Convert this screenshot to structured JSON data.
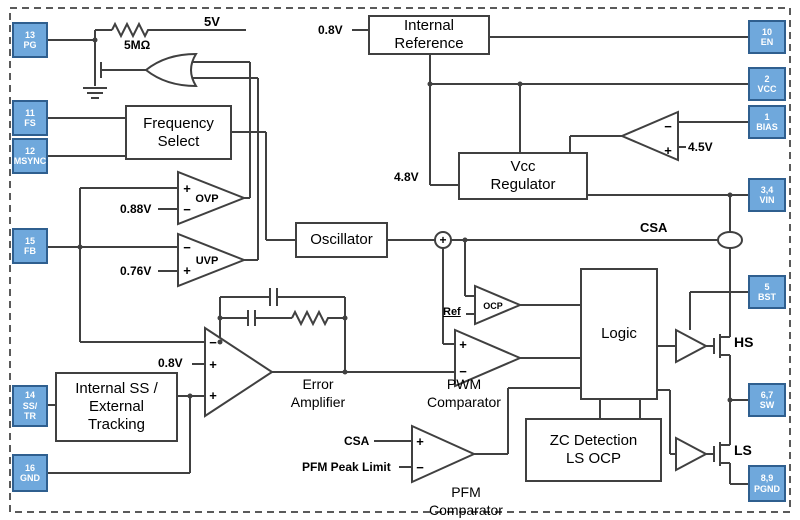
{
  "colors": {
    "pin_fill": "#6fa8dc",
    "pin_border": "#2f5f8f",
    "line": "#404040"
  },
  "pins_left": [
    {
      "label": "13\nPG"
    },
    {
      "label": "11\nFS"
    },
    {
      "label": "12\nMSYNC"
    },
    {
      "label": "15\nFB"
    },
    {
      "label": "14\nSS/\nTR"
    },
    {
      "label": "16\nGND"
    }
  ],
  "pins_right": [
    {
      "label": "10\nEN"
    },
    {
      "label": "2\nVCC"
    },
    {
      "label": "1\nBIAS"
    },
    {
      "label": "3,4\nVIN"
    },
    {
      "label": "5\nBST"
    },
    {
      "label": "6,7\nSW"
    },
    {
      "label": "8,9\nPGND"
    }
  ],
  "blocks": {
    "internal_reference": "Internal\nReference",
    "frequency_select": "Frequency\nSelect",
    "vcc_regulator": "Vcc\nRegulator",
    "oscillator": "Oscillator",
    "ss_tracking": "Internal SS /\nExternal\nTracking",
    "logic": "Logic",
    "zc_detection": "ZC Detection\nLS OCP",
    "error_amplifier": "Error\nAmplifier",
    "pwm_comparator": "PWM\nComparator",
    "pfm_comparator": "PFM\nComparator"
  },
  "labels": {
    "v5": "5V",
    "r5m": "5MΩ",
    "v088": "0.88V",
    "v076": "0.76V",
    "v08_ref": "0.8V",
    "v08_ea": "0.8V",
    "v48": "4.8V",
    "v45": "4.5V",
    "csa": "CSA",
    "csa_pfm": "CSA",
    "pfm_peak": "PFM Peak Limit",
    "ref": "Ref",
    "hs": "HS",
    "ls": "LS",
    "ovp": "OVP",
    "uvp": "UVP",
    "ocp": "OCP"
  },
  "signs": {
    "plus": "+",
    "minus": "−"
  }
}
